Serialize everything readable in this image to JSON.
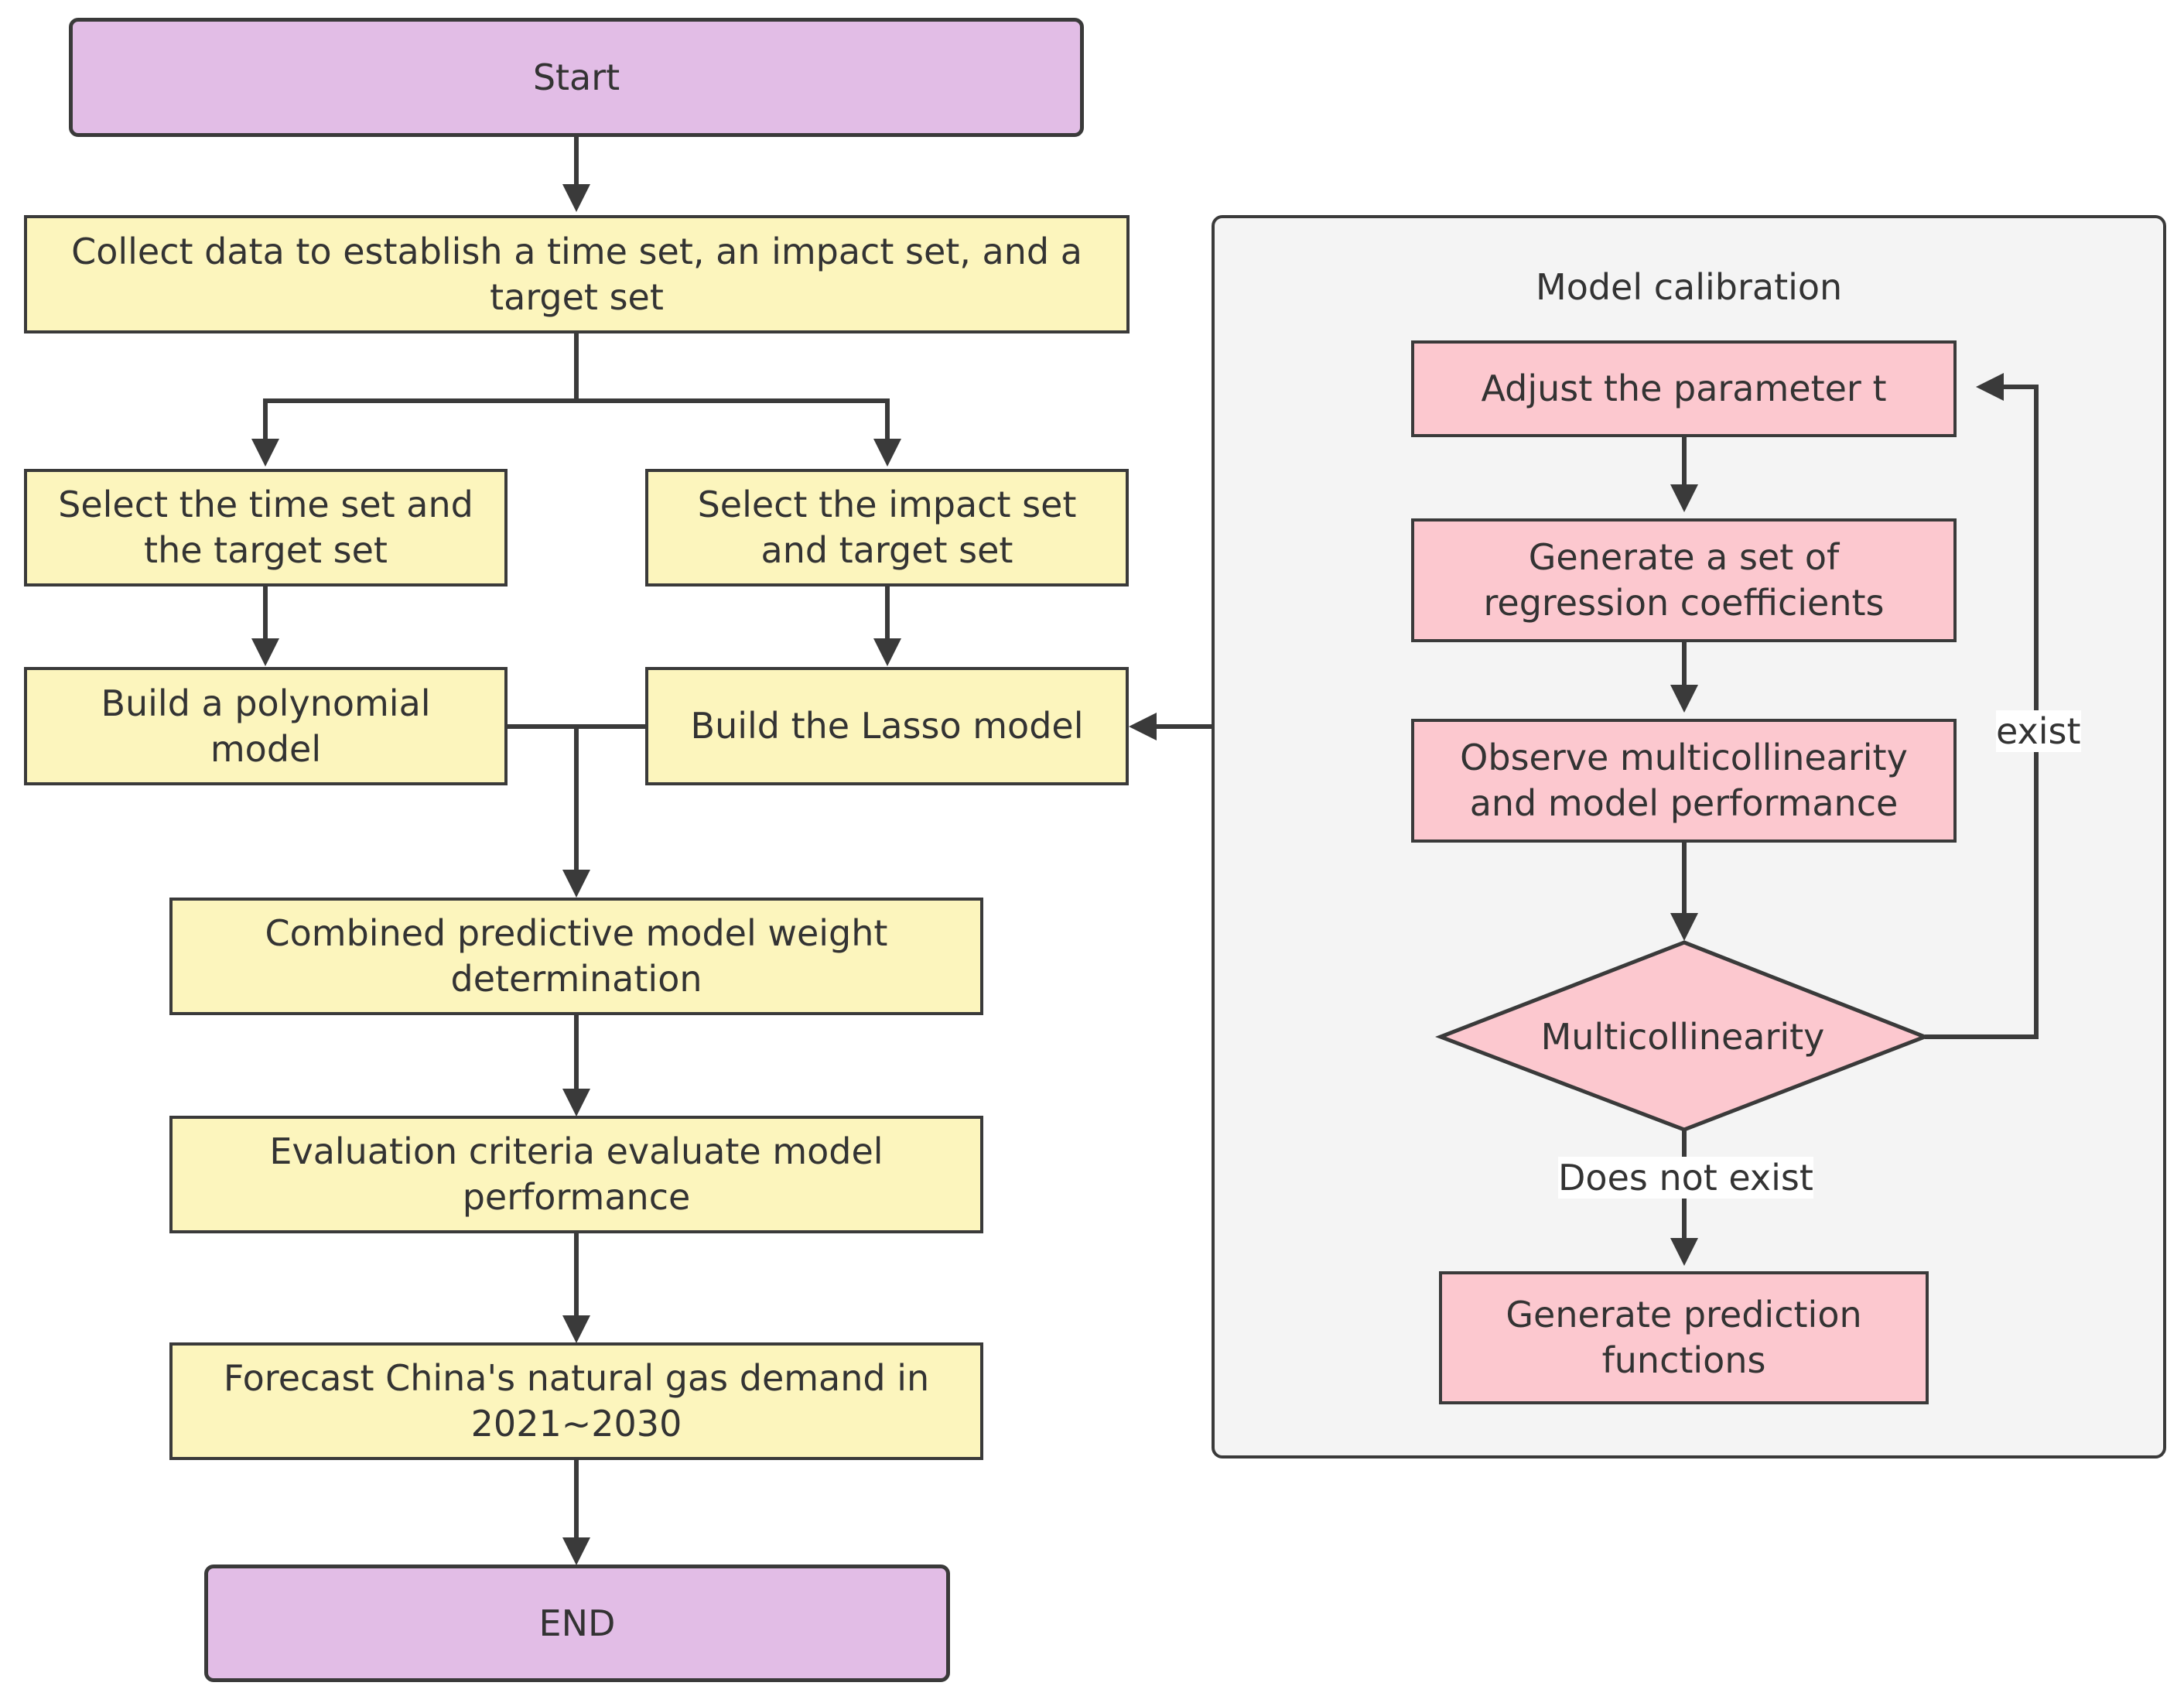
{
  "nodes": {
    "start": "Start",
    "collect": "Collect data to establish a time set, an impact set, and a target set",
    "select_time": "Select the time set and the target set",
    "select_impact": "Select the impact set and target set",
    "build_poly": "Build a polynomial model",
    "build_lasso": "Build the Lasso model",
    "combined": "Combined predictive model weight determination",
    "evaluation": "Evaluation criteria evaluate model performance",
    "forecast": "Forecast China's natural gas demand in 2021~2030",
    "end": "END"
  },
  "calibration": {
    "title": "Model calibration",
    "adjust": "Adjust the parameter t",
    "generate_coeff": "Generate a set of regression coefficients",
    "observe": "Observe multicollinearity and model performance",
    "decision": "Multicollinearity",
    "exist_label": "exist",
    "not_exist_label": "Does not exist",
    "generate_pred": "Generate prediction functions"
  },
  "colors": {
    "terminal": "#e2bde6",
    "process": "#fcf5bd",
    "calibration": "#fcc8cf",
    "panel": "#f4f4f4",
    "line": "#3a3a3a"
  }
}
